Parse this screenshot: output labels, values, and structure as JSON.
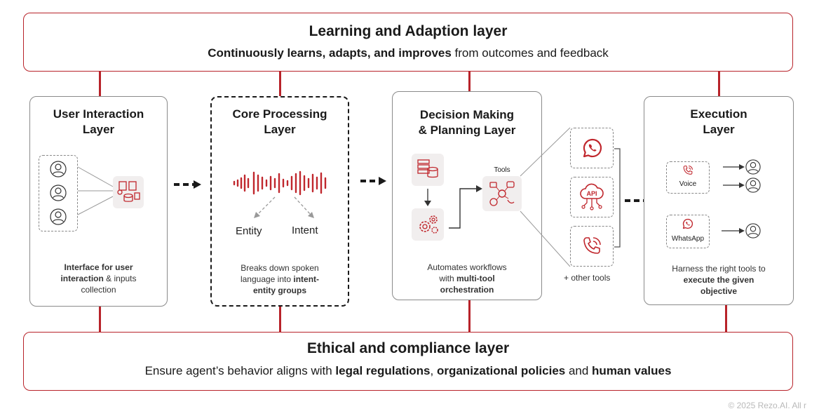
{
  "top_band": {
    "title": "Learning and Adaption layer",
    "subtitle_bold": "Continuously learns, adapts, and improves",
    "subtitle_rest": " from outcomes and feedback"
  },
  "bottom_band": {
    "title": "Ethical and compliance layer",
    "sub_1": "Ensure agent’s behavior aligns with ",
    "sub_b1": "legal regulations",
    "sub_2": ", ",
    "sub_b2": "organizational policies",
    "sub_3": " and ",
    "sub_b3": "human values"
  },
  "layers": {
    "user": {
      "title_1": "User Interaction",
      "title_2": "Layer",
      "desc_b1": "Interface for user",
      "desc_b2": "interaction",
      "desc_r": " & inputs",
      "desc_3": "collection"
    },
    "core": {
      "title_1": "Core Processing",
      "title_2": "Layer",
      "entity": "Entity",
      "intent": "Intent",
      "desc_1": "Breaks down spoken",
      "desc_2": "language into ",
      "desc_b2": "intent-",
      "desc_b3": "entity groups"
    },
    "decision": {
      "title_1": "Decision Making",
      "title_2": "& Planning Layer",
      "tools_label": "Tools",
      "desc_1": "Automates workflows",
      "desc_2": "with ",
      "desc_b2": "multi-tool",
      "desc_b3": "orchestration"
    },
    "tools": {
      "api_label": "API",
      "other_tools": "+ other tools"
    },
    "execution": {
      "title_1": "Execution",
      "title_2": "Layer",
      "voice_label": "Voice",
      "whatsapp_label": "WhatsApp",
      "desc_1": "Harness the right tools to",
      "desc_b2": "execute the given",
      "desc_b3": "objective"
    }
  },
  "footer": "© 2025 Rezo.AI. All r",
  "colors": {
    "accent": "#b8232a",
    "icon_red": "#c0272d",
    "dark": "#1a1a1a",
    "grey_border": "#8a8a8a",
    "tile_bg": "#f1eeee"
  }
}
